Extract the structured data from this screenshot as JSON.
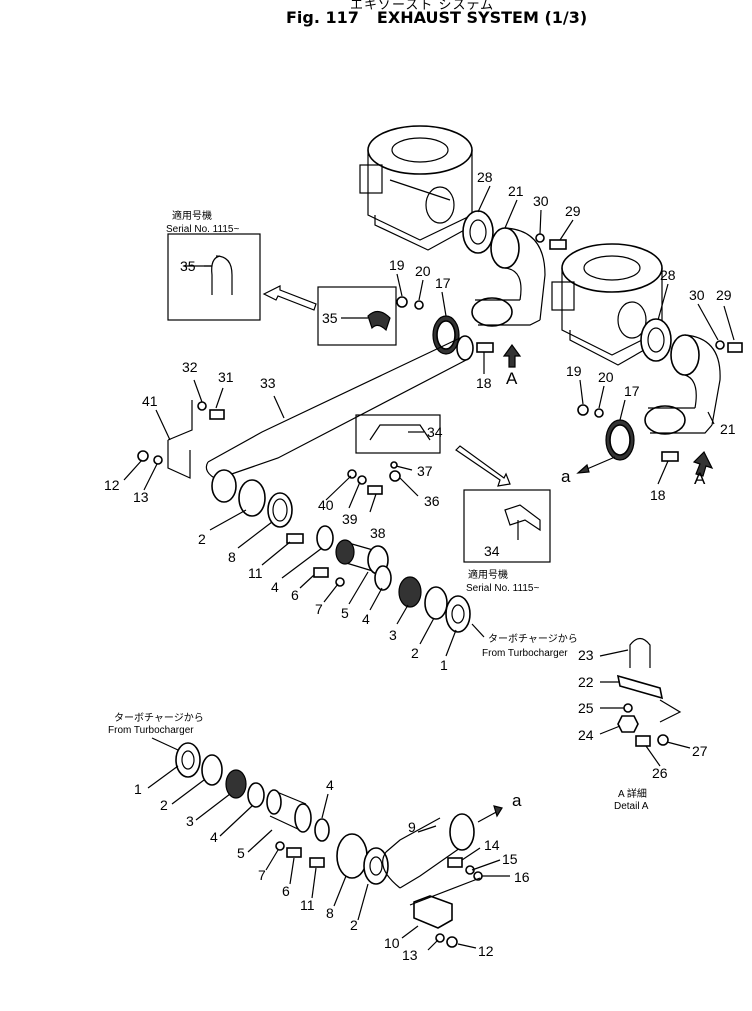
{
  "header": {
    "title_jp": "エキゾースト システム",
    "fig_label": "Fig. 117",
    "title": "EXHAUST SYSTEM (1/3)"
  },
  "notes": {
    "serial_jp": "適用号機",
    "serial_en": "Serial No. 1115~",
    "from_turbo_jp": "ターボチャージから",
    "from_turbo_en": "From Turbocharger",
    "detail_jp": "A 詳細",
    "detail_en": "Detail A"
  },
  "view_markers": {
    "a": "a",
    "A": "A"
  },
  "parts": {
    "p1": "1",
    "p2": "2",
    "p3": "3",
    "p4": "4",
    "p5": "5",
    "p6": "6",
    "p7": "7",
    "p8": "8",
    "p9": "9",
    "p10": "10",
    "p11": "11",
    "p12": "12",
    "p13": "13",
    "p14": "14",
    "p15": "15",
    "p16": "16",
    "p17": "17",
    "p18": "18",
    "p19": "19",
    "p20": "20",
    "p21": "21",
    "p22": "22",
    "p23": "23",
    "p24": "24",
    "p25": "25",
    "p26": "26",
    "p27": "27",
    "p28": "28",
    "p29": "29",
    "p30": "30",
    "p31": "31",
    "p32": "32",
    "p33": "33",
    "p34": "34",
    "p35": "35",
    "p36": "36",
    "p37": "37",
    "p38": "38",
    "p39": "39",
    "p40": "40",
    "p41": "41"
  }
}
